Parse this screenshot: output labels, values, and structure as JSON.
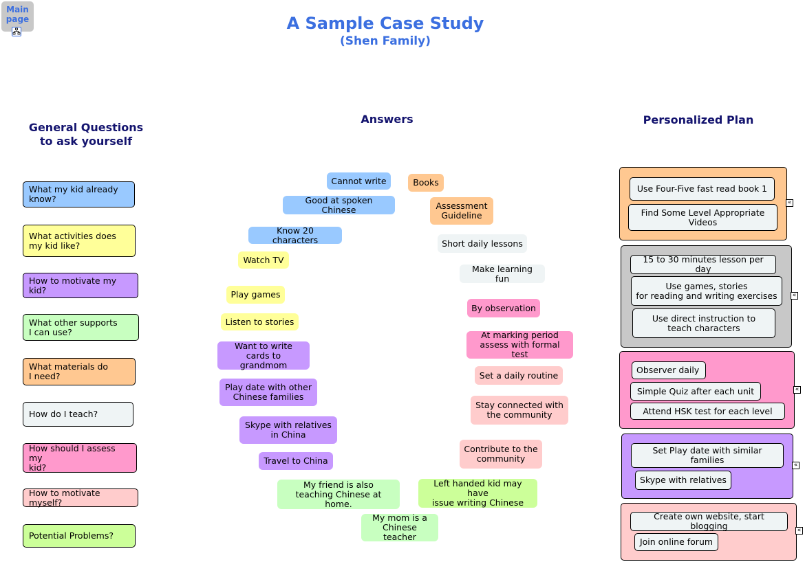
{
  "nav": {
    "label": "Main\npage",
    "icon": "sitemap-icon"
  },
  "title": "A Sample Case Study",
  "subtitle": "(Shen Family)",
  "headings": {
    "questions": "General Questions\nto ask yourself",
    "answers": "Answers",
    "plan": "Personalized Plan"
  },
  "colors": {
    "blue": "#99c9ff",
    "yellow": "#ffff99",
    "purple": "#c799ff",
    "green": "#c8ffc0",
    "orange": "#ffc891",
    "light": "#eff4f5",
    "pink": "#ff99cc",
    "lightpink": "#ffcccc",
    "lime": "#ccff99",
    "gray": "#c8c8c8",
    "title": "#3b6fe0",
    "heading": "#13136e"
  },
  "questions": [
    "What my kid already\nknow?",
    "What activities does\nmy kid like?",
    "How to motivate my kid?",
    "What other supports\nI can use?",
    "What materials do\nI need?",
    "How do I teach?",
    "How should I assess my\nkid?",
    "How to motivate myself?",
    "Potential Problems?"
  ],
  "answers": [
    "Cannot write",
    "Good at spoken Chinese",
    "Know 20 characters",
    "Watch TV",
    "Play games",
    "Listen to stories",
    "Want to write\ncards to grandmom",
    "Play date with other\nChinese families",
    "Skype with relatives\nin China",
    "Travel to China",
    "My friend is also\nteaching Chinese at home.",
    "My mom is a\nChinese teacher",
    "Left handed kid may have\nissue writing Chinese",
    "Contribute to the\ncommunity",
    "Stay connected with\nthe community",
    "Set a daily routine",
    "At marking period\nassess with formal test",
    "By observation",
    "Make learning fun",
    "Short daily lessons",
    "Assessment\nGuideline",
    "Books"
  ],
  "plan": [
    [
      "Use Four-Five fast read book 1",
      "Find Some Level Appropriate\nVideos"
    ],
    [
      "15 to 30 minutes lesson per day",
      "Use games, stories\nfor reading and writing exercises",
      "Use direct instruction to\nteach characters"
    ],
    [
      "Observer daily",
      "Simple Quiz after each unit",
      "Attend HSK test for each level"
    ],
    [
      "Set Play date with similar families",
      "Skype with relatives"
    ],
    [
      "Create own website, start blogging",
      "Join online forum"
    ]
  ],
  "collapse_glyph": "«"
}
